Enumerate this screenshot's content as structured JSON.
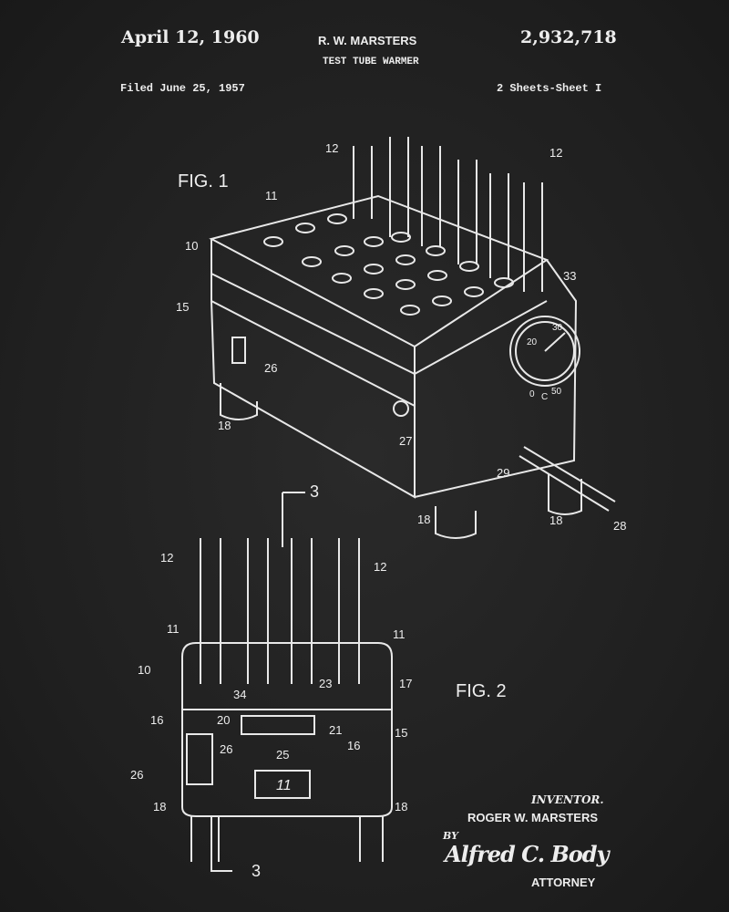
{
  "header": {
    "date": "April 12, 1960",
    "inventor_short": "R. W. MARSTERS",
    "title": "TEST TUBE WARMER",
    "patent_number": "2,932,718",
    "filed": "Filed June 25, 1957",
    "sheets": "2 Sheets-Sheet I"
  },
  "fig1": {
    "label": "FIG. 1",
    "refs": {
      "r12a": "12",
      "r12b": "12",
      "r11": "11",
      "r10": "10",
      "r33": "33",
      "r15": "15",
      "r26": "26",
      "r18a": "18",
      "r27": "27",
      "r29": "29",
      "r18b": "18",
      "r18c": "18",
      "r28": "28"
    },
    "dial": {
      "d20": "20",
      "d30": "30",
      "dC": "C",
      "d0": "0",
      "d50": "50"
    }
  },
  "fig2": {
    "label": "FIG. 2",
    "refs": {
      "s3a": "3",
      "r12a": "12",
      "r12b": "12",
      "r11a": "11",
      "r11b": "11",
      "r10": "10",
      "r23": "23",
      "r17": "17",
      "r34": "34",
      "r20": "20",
      "r21": "21",
      "r16a": "16",
      "r16b": "16",
      "r15": "15",
      "r26a": "26",
      "r26b": "26",
      "r25": "25",
      "r18a": "18",
      "r18b": "18",
      "s3b": "3"
    },
    "coil": "11"
  },
  "signature": {
    "inventor_label": "INVENTOR.",
    "inventor_name": "ROGER W. MARSTERS",
    "by": "BY",
    "signature": "Alfred C. Body",
    "attorney": "ATTORNEY"
  }
}
